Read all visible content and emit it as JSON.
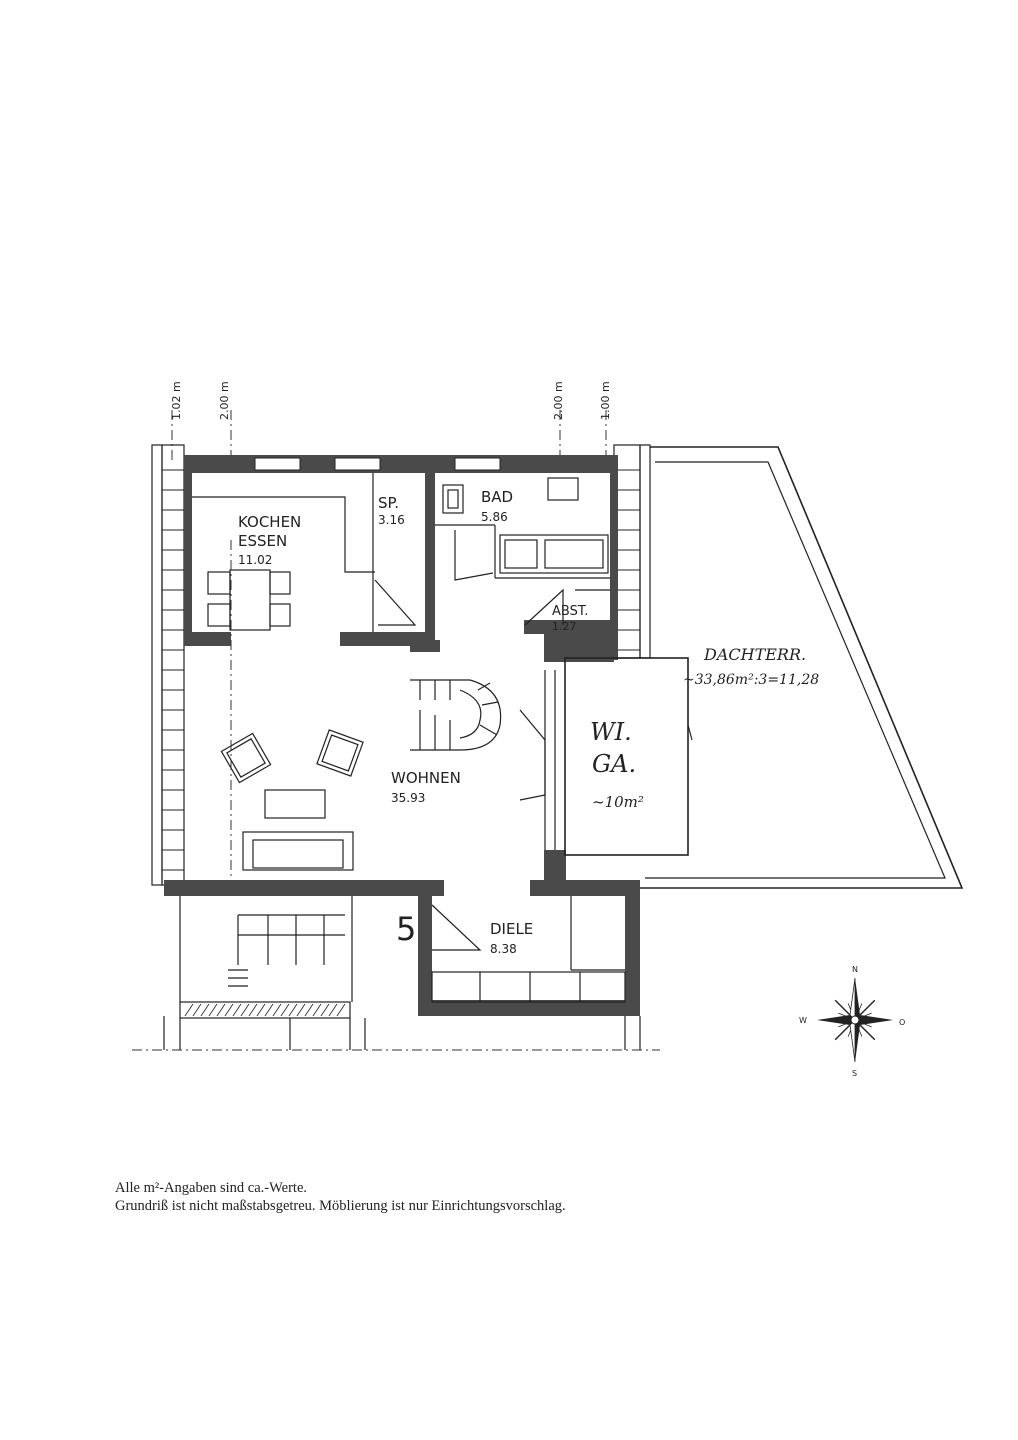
{
  "dimensions": {
    "left_outer": "1.02 m",
    "left_inner": "2.00 m",
    "right_inner": "2.00 m",
    "right_outer": "1.00 m"
  },
  "rooms": {
    "kochen_line1": "KOCHEN",
    "kochen_line2": "ESSEN",
    "kochen_area": "11.02",
    "sp_name": "SP.",
    "sp_area": "3.16",
    "bad_name": "BAD",
    "bad_area": "5.86",
    "abst_name": "ABST.",
    "abst_area": "1.27",
    "wohnen_name": "WOHNEN",
    "wohnen_area": "35.93",
    "diele_name": "DIELE",
    "diele_area": "8.38",
    "unit_number": "5"
  },
  "terrace": {
    "name": "DACHTERR.",
    "area": "~33,86m²:3=11,28"
  },
  "winter_garden": {
    "line1": "WI.",
    "line2": "GA.",
    "area": "~10m²"
  },
  "compass": {
    "north": "N",
    "south": "S",
    "west": "W",
    "east": "O"
  },
  "notes": {
    "line1": "Alle m²-Angaben sind ca.-Werte.",
    "line2": "Grundriß ist nicht maßstabsgetreu. Möblierung ist nur Einrichtungsvorschlag."
  }
}
